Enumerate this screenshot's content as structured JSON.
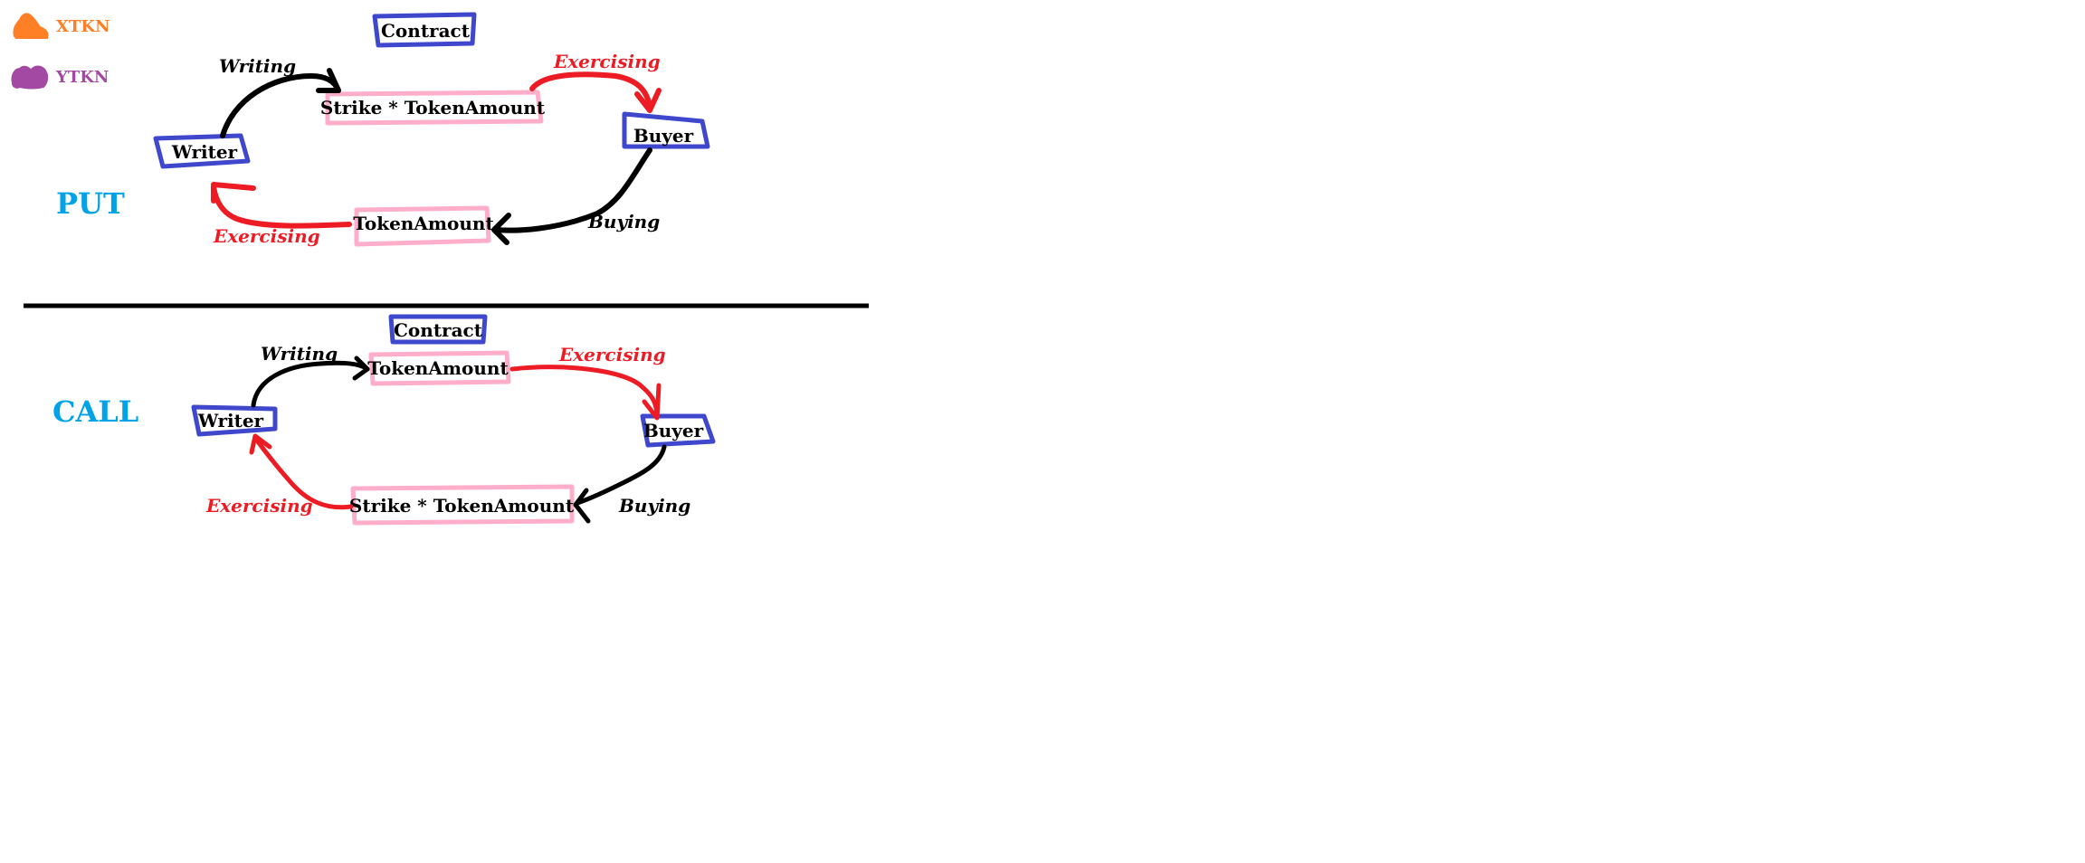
{
  "legend": {
    "xtkn": {
      "label": "XTKN",
      "color": "#ff7f27",
      "icon": "orange-blob-icon"
    },
    "ytkn": {
      "label": "YTKN",
      "color": "#a349a4",
      "icon": "purple-blob-icon"
    }
  },
  "colors": {
    "node_border": "#3f48cc",
    "token_border": "#ffaec9",
    "title": "#00a2e8",
    "exercise": "#ed1c24",
    "arrow_black": "#000000"
  },
  "put": {
    "title": "PUT",
    "contract": "Contract",
    "writer": "Writer",
    "buyer": "Buyer",
    "top_amount": "Strike * TokenAmount",
    "bottom_amount": "TokenAmount",
    "writing": "Writing",
    "exercising_top": "Exercising",
    "buying": "Buying",
    "exercising_bottom": "Exercising"
  },
  "call": {
    "title": "CALL",
    "contract": "Contract",
    "writer": "Writer",
    "buyer": "Buyer",
    "top_amount": "TokenAmount",
    "bottom_amount": "Strike * TokenAmount",
    "writing": "Writing",
    "exercising_top": "Exercising",
    "buying": "Buying",
    "exercising_bottom": "Exercising"
  }
}
